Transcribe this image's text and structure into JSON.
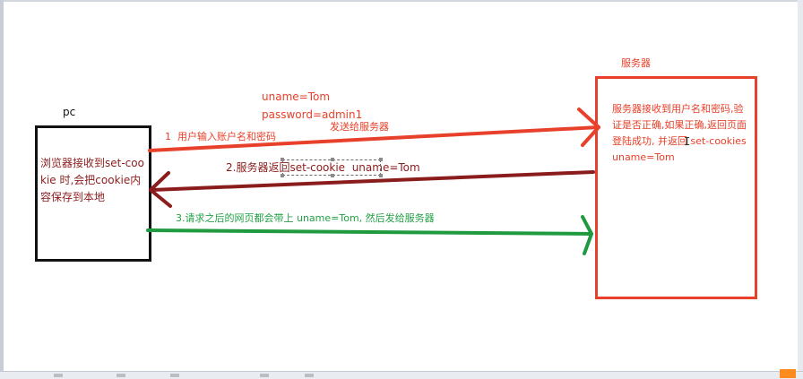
{
  "nodes": {
    "pc": {
      "title": "pc",
      "text": "浏览器接收到set-cookie 时,会把cookie内容保存到本地"
    },
    "server": {
      "title": "服务器",
      "text": "服务器接收到用户名和密码,验证是否正确,如果正确,返回页面 登陆成功,  并返回 set-cookies  uname=Tom"
    }
  },
  "edges": [
    {
      "id": "step1",
      "from": "pc",
      "to": "server",
      "label": "1  用户输入账户名和密码",
      "note_line1": "uname=Tom",
      "note_line2": "password=admin1",
      "note_line3": "发送给服务器"
    },
    {
      "id": "step2",
      "from": "server",
      "to": "pc",
      "label": "2.服务器返回set-cookie  uname=Tom"
    },
    {
      "id": "step3",
      "from": "pc",
      "to": "server",
      "label": "3.请求之后的网页都会带上 uname=Tom, 然后发给服务器"
    }
  ],
  "colors": {
    "request": "#e8402a",
    "response": "#8b1c1c",
    "followup": "#1f9a3f",
    "pc_border": "#111111",
    "server_border": "#e8402a",
    "pc_text": "#8b1d1d",
    "step3_text": "#22a045"
  },
  "icons": {
    "cursor": "text-cursor-icon"
  }
}
